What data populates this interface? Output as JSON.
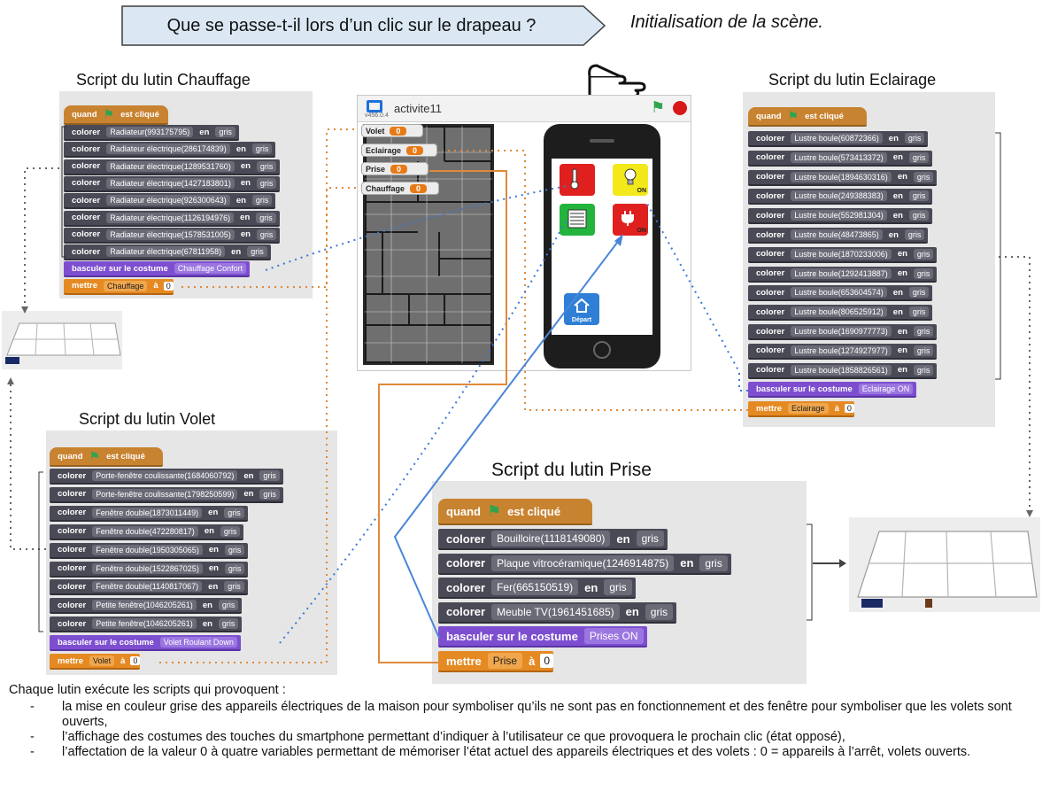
{
  "header": {
    "question": "Que se passe-t-il lors d’un clic sur le drapeau ?",
    "subtitle": "Initialisation de la scène."
  },
  "labels": {
    "quand": "quand",
    "est_clique": "est cliqué",
    "colorer": "colorer",
    "en": "en",
    "gris": "gris",
    "basculer": "basculer sur le costume",
    "mettre": "mettre",
    "a": "à"
  },
  "chauffage": {
    "title": "Script du lutin Chauffage",
    "items": [
      "Radiateur(993175795)",
      "Radiateur électrique(286174839)",
      "Radiateur électrique(1289531760)",
      "Radiateur électrique(1427183801)",
      "Radiateur électrique(926300643)",
      "Radiateur électrique(1126194976)",
      "Radiateur électrique(1578531005)",
      "Radiateur électrique(67811958)"
    ],
    "costume": "Chauffage Confort",
    "variable": "Chauffage",
    "value": "0"
  },
  "volet": {
    "title": "Script du lutin Volet",
    "items": [
      "Porte-fenêtre coulissante(1684060792)",
      "Porte-fenêtre coulissante(1798250599)",
      "Fenêtre double(1873011449)",
      "Fenêtre double(472280817)",
      "Fenêtre double(1950305065)",
      "Fenêtre double(1522867025)",
      "Fenêtre double(1140817067)",
      "Petite fenêtre(1046205261)",
      "Petite fenêtre(1046205261)"
    ],
    "costume": "Volet Roulant Down",
    "variable": "Volet",
    "value": "0"
  },
  "eclairage": {
    "title": "Script du lutin Eclairage",
    "items": [
      "Lustre boule(60872366)",
      "Lustre boule(573413372)",
      "Lustre boule(1894630316)",
      "Lustre boule(249388383)",
      "Lustre boule(552981304)",
      "Lustre boule(48473865)",
      "Lustre boule(1870233006)",
      "Lustre boule(1292413887)",
      "Lustre boule(653604574)",
      "Lustre boule(806525912)",
      "Lustre boule(1690977773)",
      "Lustre boule(1274927977)",
      "Lustre boule(1858826561)"
    ],
    "costume": "Eclairage ON",
    "variable": "Eclairage",
    "value": "0"
  },
  "prise": {
    "title": "Script du lutin Prise",
    "items": [
      "Bouilloire(1118149080)",
      "Plaque vitrocéramique(1246914875)",
      "Fer(665150519)",
      "Meuble TV(1961451685)"
    ],
    "costume": "Prises ON",
    "variable": "Prise",
    "value": "0"
  },
  "stage": {
    "name": "activite11",
    "version": "v456.0.4",
    "monitors": [
      {
        "label": "Volet",
        "value": "0"
      },
      {
        "label": "Eclairage",
        "value": "0"
      },
      {
        "label": "Prise",
        "value": "0"
      },
      {
        "label": "Chauffage",
        "value": "0"
      }
    ]
  },
  "phone": {
    "buttons": [
      {
        "label": "",
        "color": "#e0201e",
        "icon": "thermometer-icon"
      },
      {
        "label": "ON",
        "color": "#f3e81a",
        "icon": "light-bulb-icon"
      },
      {
        "label": "",
        "color": "#22b43c",
        "icon": "shutter-icon"
      },
      {
        "label": "ON",
        "color": "#e0201e",
        "icon": "plug-icon"
      }
    ],
    "home_label": "Départ"
  },
  "colors": {
    "blue_line": "#4a86d8",
    "orange_line": "#e08a3a",
    "dotted_orange": "#e08a3a",
    "dotted_blue": "#3b78d8",
    "dotted_gray": "#666666"
  },
  "caption": {
    "intro": "Chaque lutin exécute les scripts qui provoquent :",
    "items": [
      "la mise en couleur grise des appareils électriques de la maison pour symboliser qu’ils ne sont pas en fonctionnement et des fenêtre pour symboliser que les volets sont ouverts,",
      "l’affichage des costumes des touches du smartphone permettant d’indiquer à l’utilisateur ce que provoquera le prochain clic (état opposé),",
      "l’affectation de la valeur 0 à quatre variables permettant de mémoriser l’état actuel des appareils électriques et des volets : 0 = appareils à l’arrêt, volets ouverts."
    ]
  }
}
